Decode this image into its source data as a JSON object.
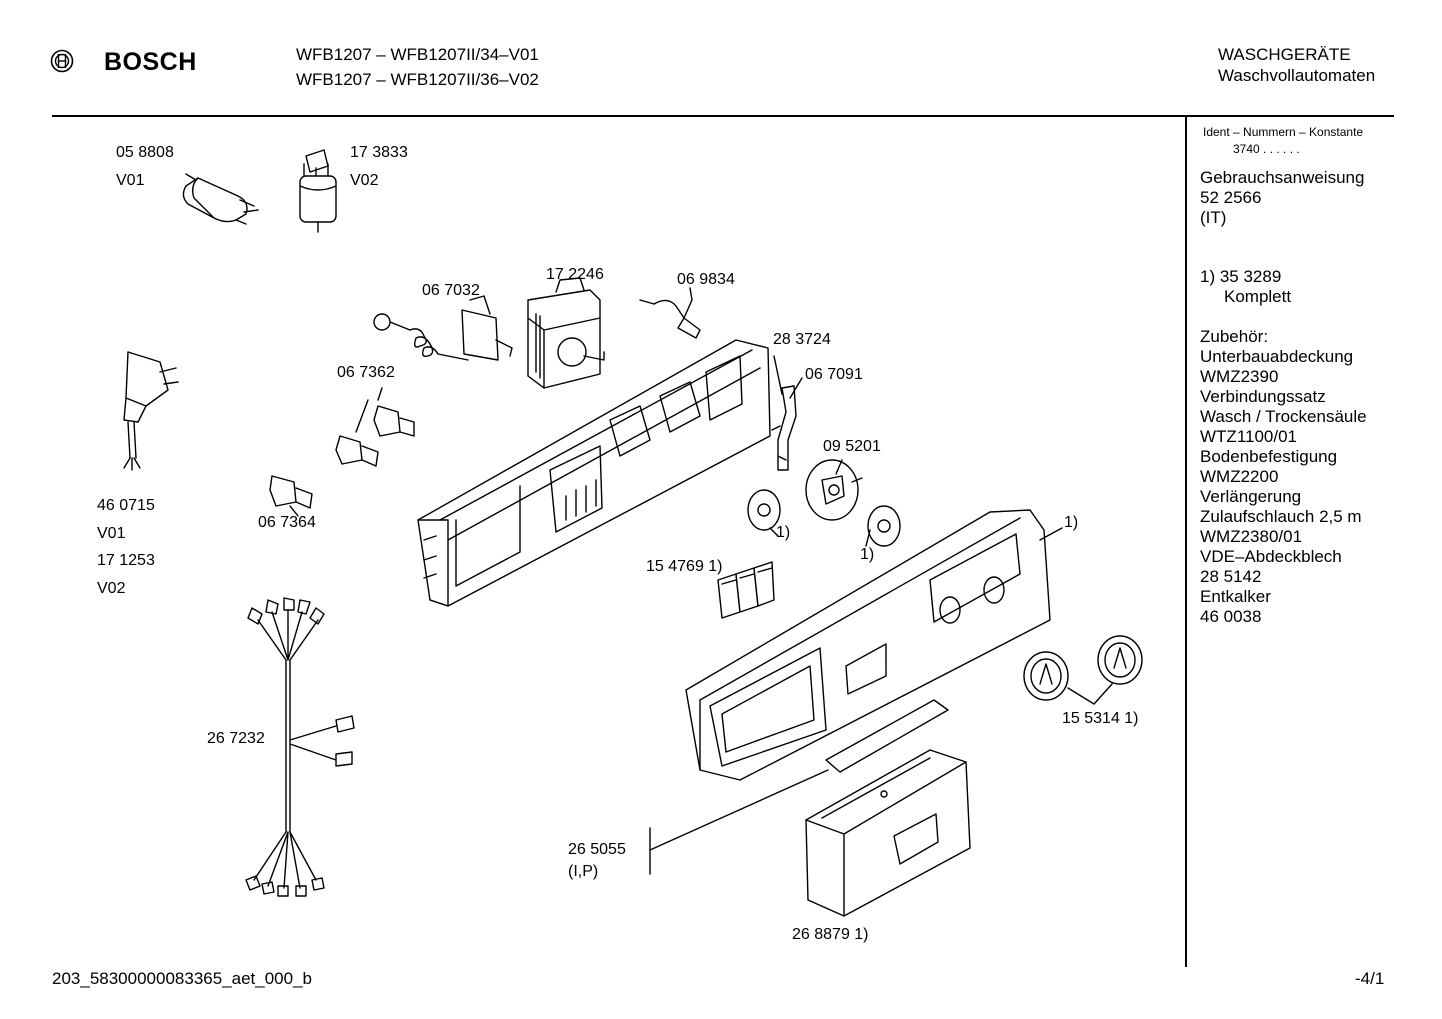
{
  "header": {
    "brand": "BOSCH",
    "model_line_1": "WFB1207 – WFB1207II/34–V01",
    "model_line_2": "WFB1207 – WFB1207II/36–V02",
    "category": "WASCHGERÄTE",
    "subcategory": "Waschvollautomaten"
  },
  "sidebar": {
    "ident_title": "Ident – Nummern – Konstante",
    "ident_value": "3740  .  .     .  .  .  .",
    "manual": [
      "Gebrauchsanweisung",
      "52 2566",
      "(IT)"
    ],
    "note": [
      "1)  35 3289",
      "Komplett"
    ],
    "accessories": [
      "Zubehör:",
      "Unterbauabdeckung",
      "WMZ2390",
      "Verbindungssatz",
      "Wasch / Trockensäule",
      "WTZ1100/01",
      "Bodenbefestigung",
      "WMZ2200",
      "Verlängerung",
      "Zulaufschlauch 2,5 m",
      "WMZ2380/01",
      "VDE–Abdeckblech",
      "28 5142",
      "Entkalker",
      "46 0038"
    ]
  },
  "parts": {
    "p058808": "05 8808",
    "p058808_v": "V01",
    "p173833": "17 3833",
    "p173833_v": "V02",
    "p067032": "06 7032",
    "p172246": "17 2246",
    "p069834": "06 9834",
    "p283724": "28 3724",
    "p067091": "06 7091",
    "p067362": "06 7362",
    "p460715": "46 0715",
    "p460715_v": "V01",
    "p171253": "17 1253",
    "p171253_v": "V02",
    "p067364": "06 7364",
    "p095201": "09 5201",
    "knob_note_a": "1)",
    "knob_note_b": "1)",
    "panel_note": "1)",
    "p154769": "15 4769 1)",
    "p155314": "15 5314 1)",
    "p267232": "26 7232",
    "p265055": "26 5055",
    "p265055_sub": "(I,P)",
    "p268879": "26 8879 1)"
  },
  "footer": {
    "doc_id": "203_58300000083365_aet_000_b",
    "page": "-4/1"
  }
}
